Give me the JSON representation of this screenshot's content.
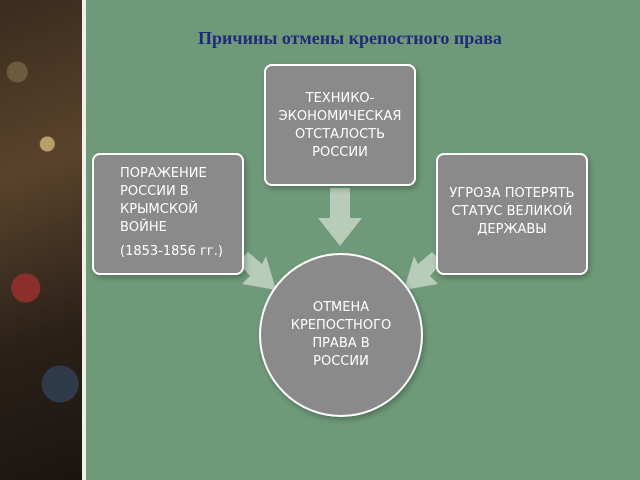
{
  "title": "Причины отмены крепостного права",
  "causes": {
    "top": {
      "lines": [
        "ТЕХНИКО-",
        "ЭКОНОМИЧЕСКАЯ",
        "ОТСТАЛОСТЬ",
        "РОССИИ"
      ]
    },
    "left": {
      "lines": [
        "ПОРАЖЕНИЕ",
        "РОССИИ В",
        "КРЫМСКОЙ",
        "ВОЙНЕ"
      ],
      "note": "(1853-1856 гг.)"
    },
    "right": {
      "lines": [
        "УГРОЗА ПОТЕРЯТЬ",
        "СТАТУС ВЕЛИКОЙ",
        "ДЕРЖАВЫ"
      ]
    }
  },
  "result": {
    "lines": [
      "ОТМЕНА",
      "КРЕПОСТНОГО",
      "ПРАВА В",
      "РОССИИ"
    ]
  },
  "colors": {
    "background": "#6f9a79",
    "box": "#8a8a8a",
    "arrow": "#b7ccb9",
    "title": "#1f2a7a"
  }
}
